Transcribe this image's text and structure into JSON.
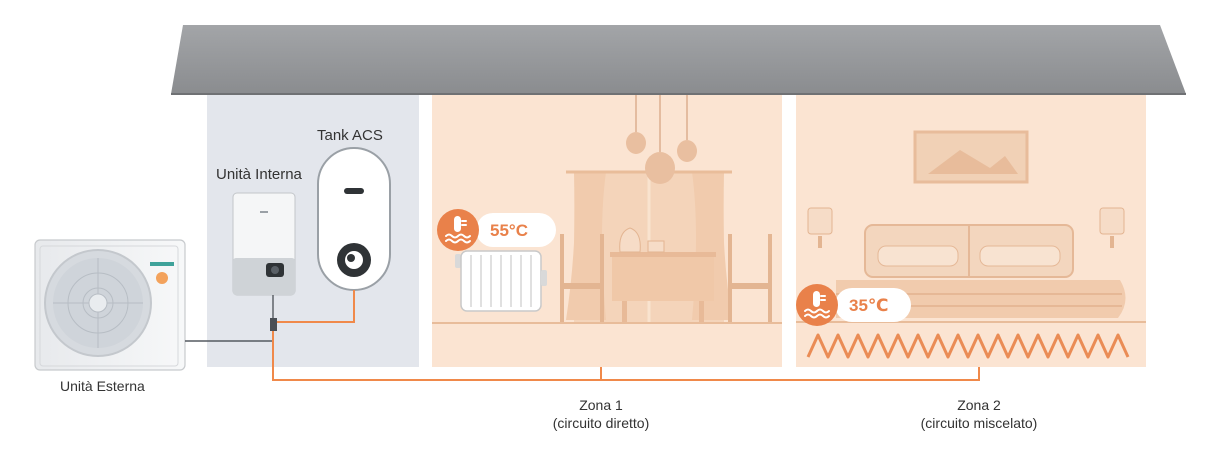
{
  "labels": {
    "outdoor_unit": "Unità  Esterna",
    "indoor_unit": "Unità  Interna",
    "tank": "Tank ACS",
    "zone1_title": "Zona 1",
    "zone1_sub": "(circuito diretto)",
    "zone2_title": "Zona 2",
    "zone2_sub": "(circuito miscelato)"
  },
  "temperatures": {
    "zone1": "55°C",
    "zone2": "35℃"
  },
  "icons": {
    "thermometer": "thermometer-water-icon"
  },
  "colors": {
    "roof": "#97999c",
    "utility_room": "#e3e6ec",
    "zone_room": "#fbe4d2",
    "pipe": "#f0894a",
    "temp_badge": "#e9814a"
  }
}
